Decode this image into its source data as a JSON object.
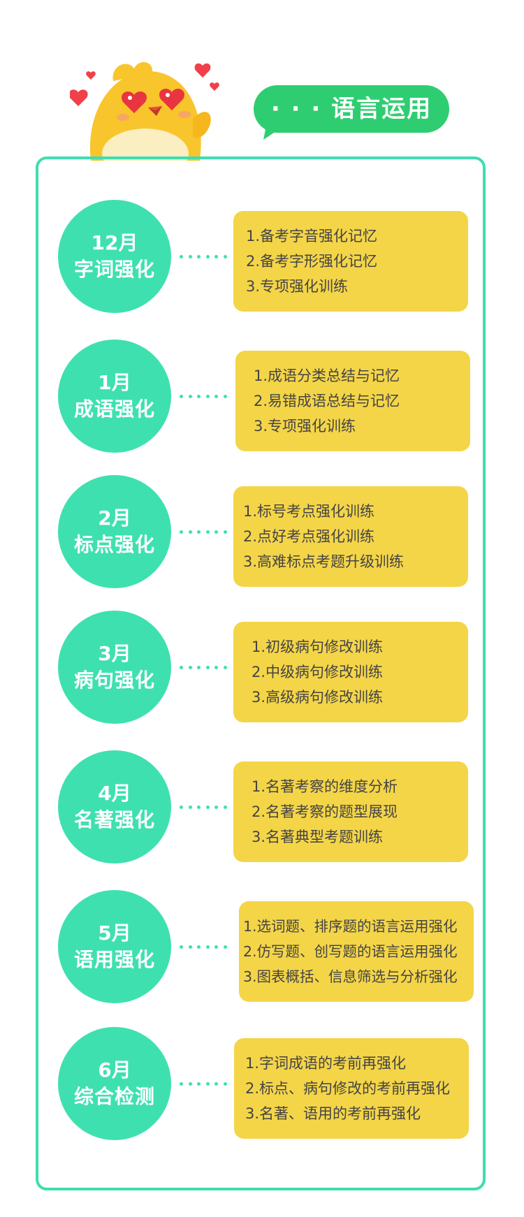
{
  "header": {
    "title": "· · · 语言运用"
  },
  "colors": {
    "accent_green": "#3fe0b0",
    "bubble_green": "#2fcd72",
    "card_yellow": "#f4d548",
    "text_dark": "#444444"
  },
  "stages": [
    {
      "month": "12月",
      "topic": "字词强化",
      "items": [
        "1.备考字音强化记忆",
        "2.备考字形强化记忆",
        "3.专项强化训练"
      ]
    },
    {
      "month": "1月",
      "topic": "成语强化",
      "items": [
        "1.成语分类总结与记忆",
        "2.易错成语总结与记忆",
        "3.专项强化训练"
      ]
    },
    {
      "month": "2月",
      "topic": "标点强化",
      "items": [
        "1.标号考点强化训练",
        "2.点好考点强化训练",
        "3.高难标点考题升级训练"
      ]
    },
    {
      "month": "3月",
      "topic": "病句强化",
      "items": [
        "1.初级病句修改训练",
        "2.中级病句修改训练",
        "3.高级病句修改训练"
      ]
    },
    {
      "month": "4月",
      "topic": "名著强化",
      "items": [
        "1.名著考察的维度分析",
        "2.名著考察的题型展现",
        "3.名著典型考题训练"
      ]
    },
    {
      "month": "5月",
      "topic": "语用强化",
      "items": [
        "1.选词题、排序题的语言运用强化",
        "2.仿写题、创写题的语言运用强化",
        "3.图表概括、信息筛选与分析强化"
      ]
    },
    {
      "month": "6月",
      "topic": "综合检测",
      "items": [
        "1.字词成语的考前再强化",
        "2.标点、病句修改的考前再强化",
        "3.名著、语用的考前再强化"
      ]
    }
  ]
}
